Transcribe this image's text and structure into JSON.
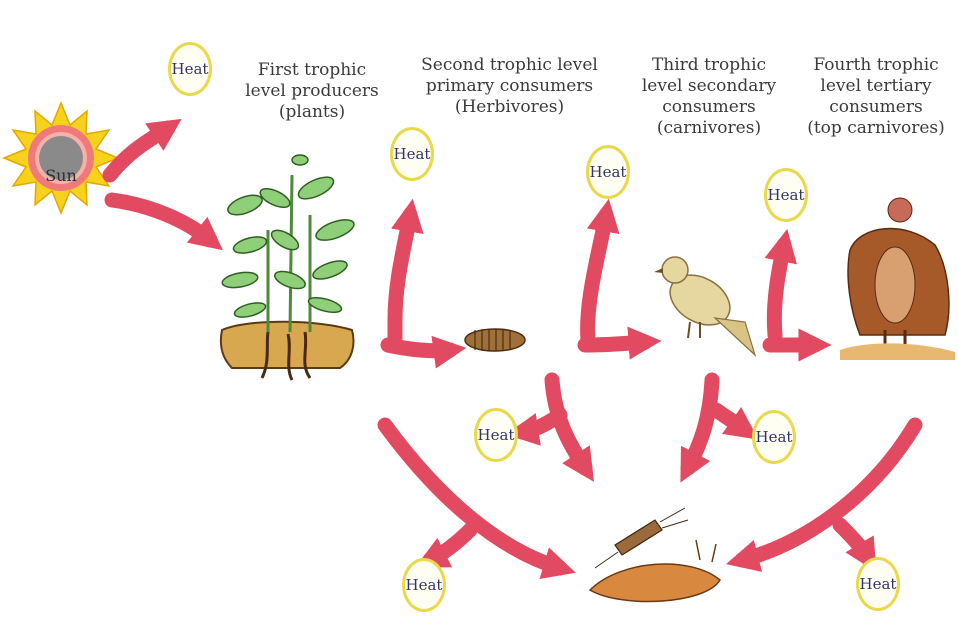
{
  "sun": {
    "label": "Sun"
  },
  "heat_label": "Heat",
  "levels": [
    {
      "lines": [
        "First trophic",
        "level producers",
        "(plants)"
      ]
    },
    {
      "lines": [
        "Second trophic level",
        "primary consumers",
        "(Herbivores)"
      ]
    },
    {
      "lines": [
        "Third trophic",
        "level  secondary",
        "consumers",
        "(carnivores)"
      ]
    },
    {
      "lines": [
        "Fourth trophic",
        "level tertiary",
        "consumers",
        "(top carnivores)"
      ]
    }
  ],
  "colors": {
    "arrow": "#e24a62",
    "arrow_outline": "#b92d47",
    "heat_ring": "#e8d84a",
    "sun_rays": "#f6d21c",
    "sun_core": "#f07a7a"
  },
  "icons": [
    "sun-icon",
    "plant-icon",
    "caterpillar-icon",
    "bird-icon",
    "vulture-icon",
    "decomposer-icon"
  ]
}
